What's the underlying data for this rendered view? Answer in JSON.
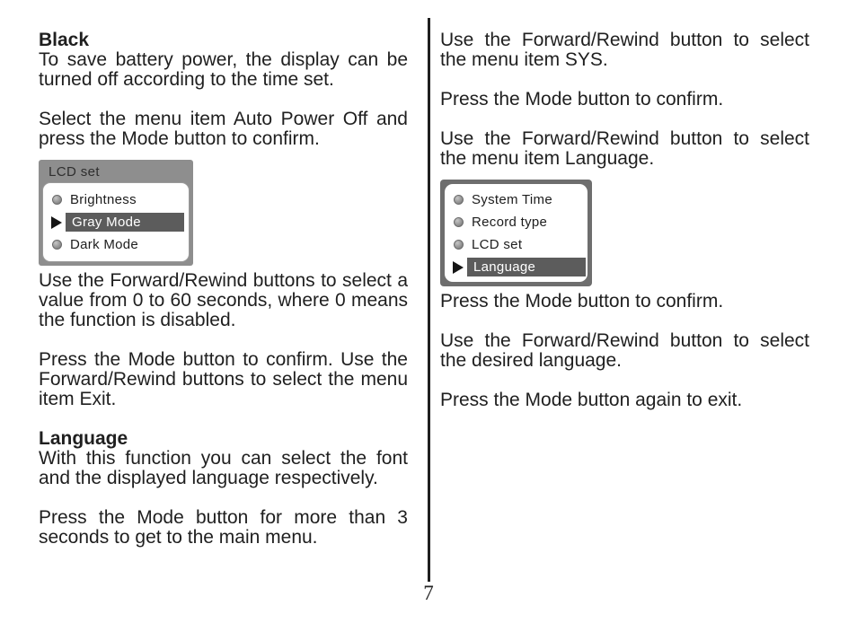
{
  "page_number": "7",
  "left_column": {
    "heading_black": "Black",
    "para_battery": "To save battery power, the display can be turned off according to the time set.",
    "para_auto_power_off": "Select the menu item Auto Power Off and press the Mode button to confirm.",
    "para_value_range": "Use the Forward/Rewind buttons to select a value from 0 to 60 seconds, where 0 means the function is disabled.",
    "para_confirm_exit": "Press the Mode button to confirm. Use the Forward/Rewind buttons to select the menu item Exit.",
    "heading_language": "Language",
    "para_language_intro": "With this function you can select the font and the displayed language respectively.",
    "para_main_menu": "Press the Mode button for more than 3 seconds to get to the main menu."
  },
  "right_column": {
    "para_select_sys": "Use the Forward/Rewind button to select the menu item SYS.",
    "para_confirm_1": "Press the Mode button to confirm.",
    "para_select_language": "Use the Forward/Rewind button to select the menu item Language.",
    "para_confirm_2": "Press the Mode button to confirm.",
    "para_desired_language": "Use the Forward/Rewind button to select the desired language.",
    "para_exit": "Press the Mode button again to exit."
  },
  "lcd_set_menu": {
    "title": "LCD set",
    "items": [
      {
        "label": "Brightness",
        "selected": false
      },
      {
        "label": "Gray Mode",
        "selected": true
      },
      {
        "label": "Dark Mode",
        "selected": false
      }
    ]
  },
  "sys_menu": {
    "items": [
      {
        "label": "System Time",
        "selected": false
      },
      {
        "label": "Record type",
        "selected": false
      },
      {
        "label": "LCD set",
        "selected": false
      },
      {
        "label": "Language",
        "selected": true
      }
    ]
  },
  "colors": {
    "text": "#1f1f1f",
    "panel_gray": "#8e8e8e",
    "frame_gray": "#6e6e6e",
    "highlight": "#5c5c5c"
  }
}
